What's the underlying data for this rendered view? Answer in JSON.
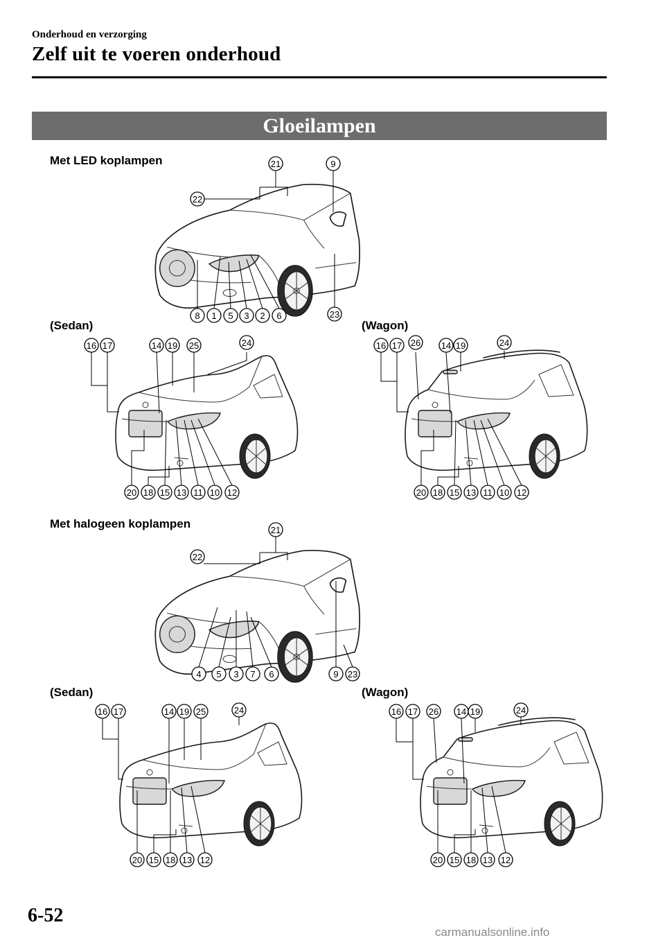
{
  "header": {
    "section": "Onderhoud en verzorging",
    "title": "Zelf uit te voeren onderhoud"
  },
  "banner": "Gloeilampen",
  "labels": {
    "led": "Met LED koplampen",
    "halogen": "Met halogeen koplampen",
    "sedan_led": "(Sedan)",
    "wagon_led": "(Wagon)",
    "sedan_hal": "(Sedan)",
    "wagon_hal": "(Wagon)"
  },
  "figures": {
    "led_front": [
      "22",
      "21",
      "9",
      "8",
      "1",
      "5",
      "3",
      "2",
      "6",
      "23"
    ],
    "led_sedan_rear": [
      "16",
      "17",
      "14",
      "19",
      "25",
      "24",
      "20",
      "18",
      "15",
      "13",
      "11",
      "10",
      "12"
    ],
    "led_wagon_rear": [
      "16",
      "17",
      "26",
      "14",
      "19",
      "24",
      "20",
      "18",
      "15",
      "13",
      "11",
      "10",
      "12"
    ],
    "hal_front": [
      "22",
      "21",
      "4",
      "5",
      "3",
      "7",
      "6",
      "9",
      "23"
    ],
    "hal_sedan_rear": [
      "16",
      "17",
      "14",
      "19",
      "25",
      "24",
      "20",
      "15",
      "18",
      "13",
      "12"
    ],
    "hal_wagon_rear": [
      "16",
      "17",
      "26",
      "14",
      "19",
      "24",
      "20",
      "15",
      "18",
      "13",
      "12"
    ]
  },
  "footer": {
    "page_number": "6-52",
    "watermark": "carmanualsonline.info"
  }
}
